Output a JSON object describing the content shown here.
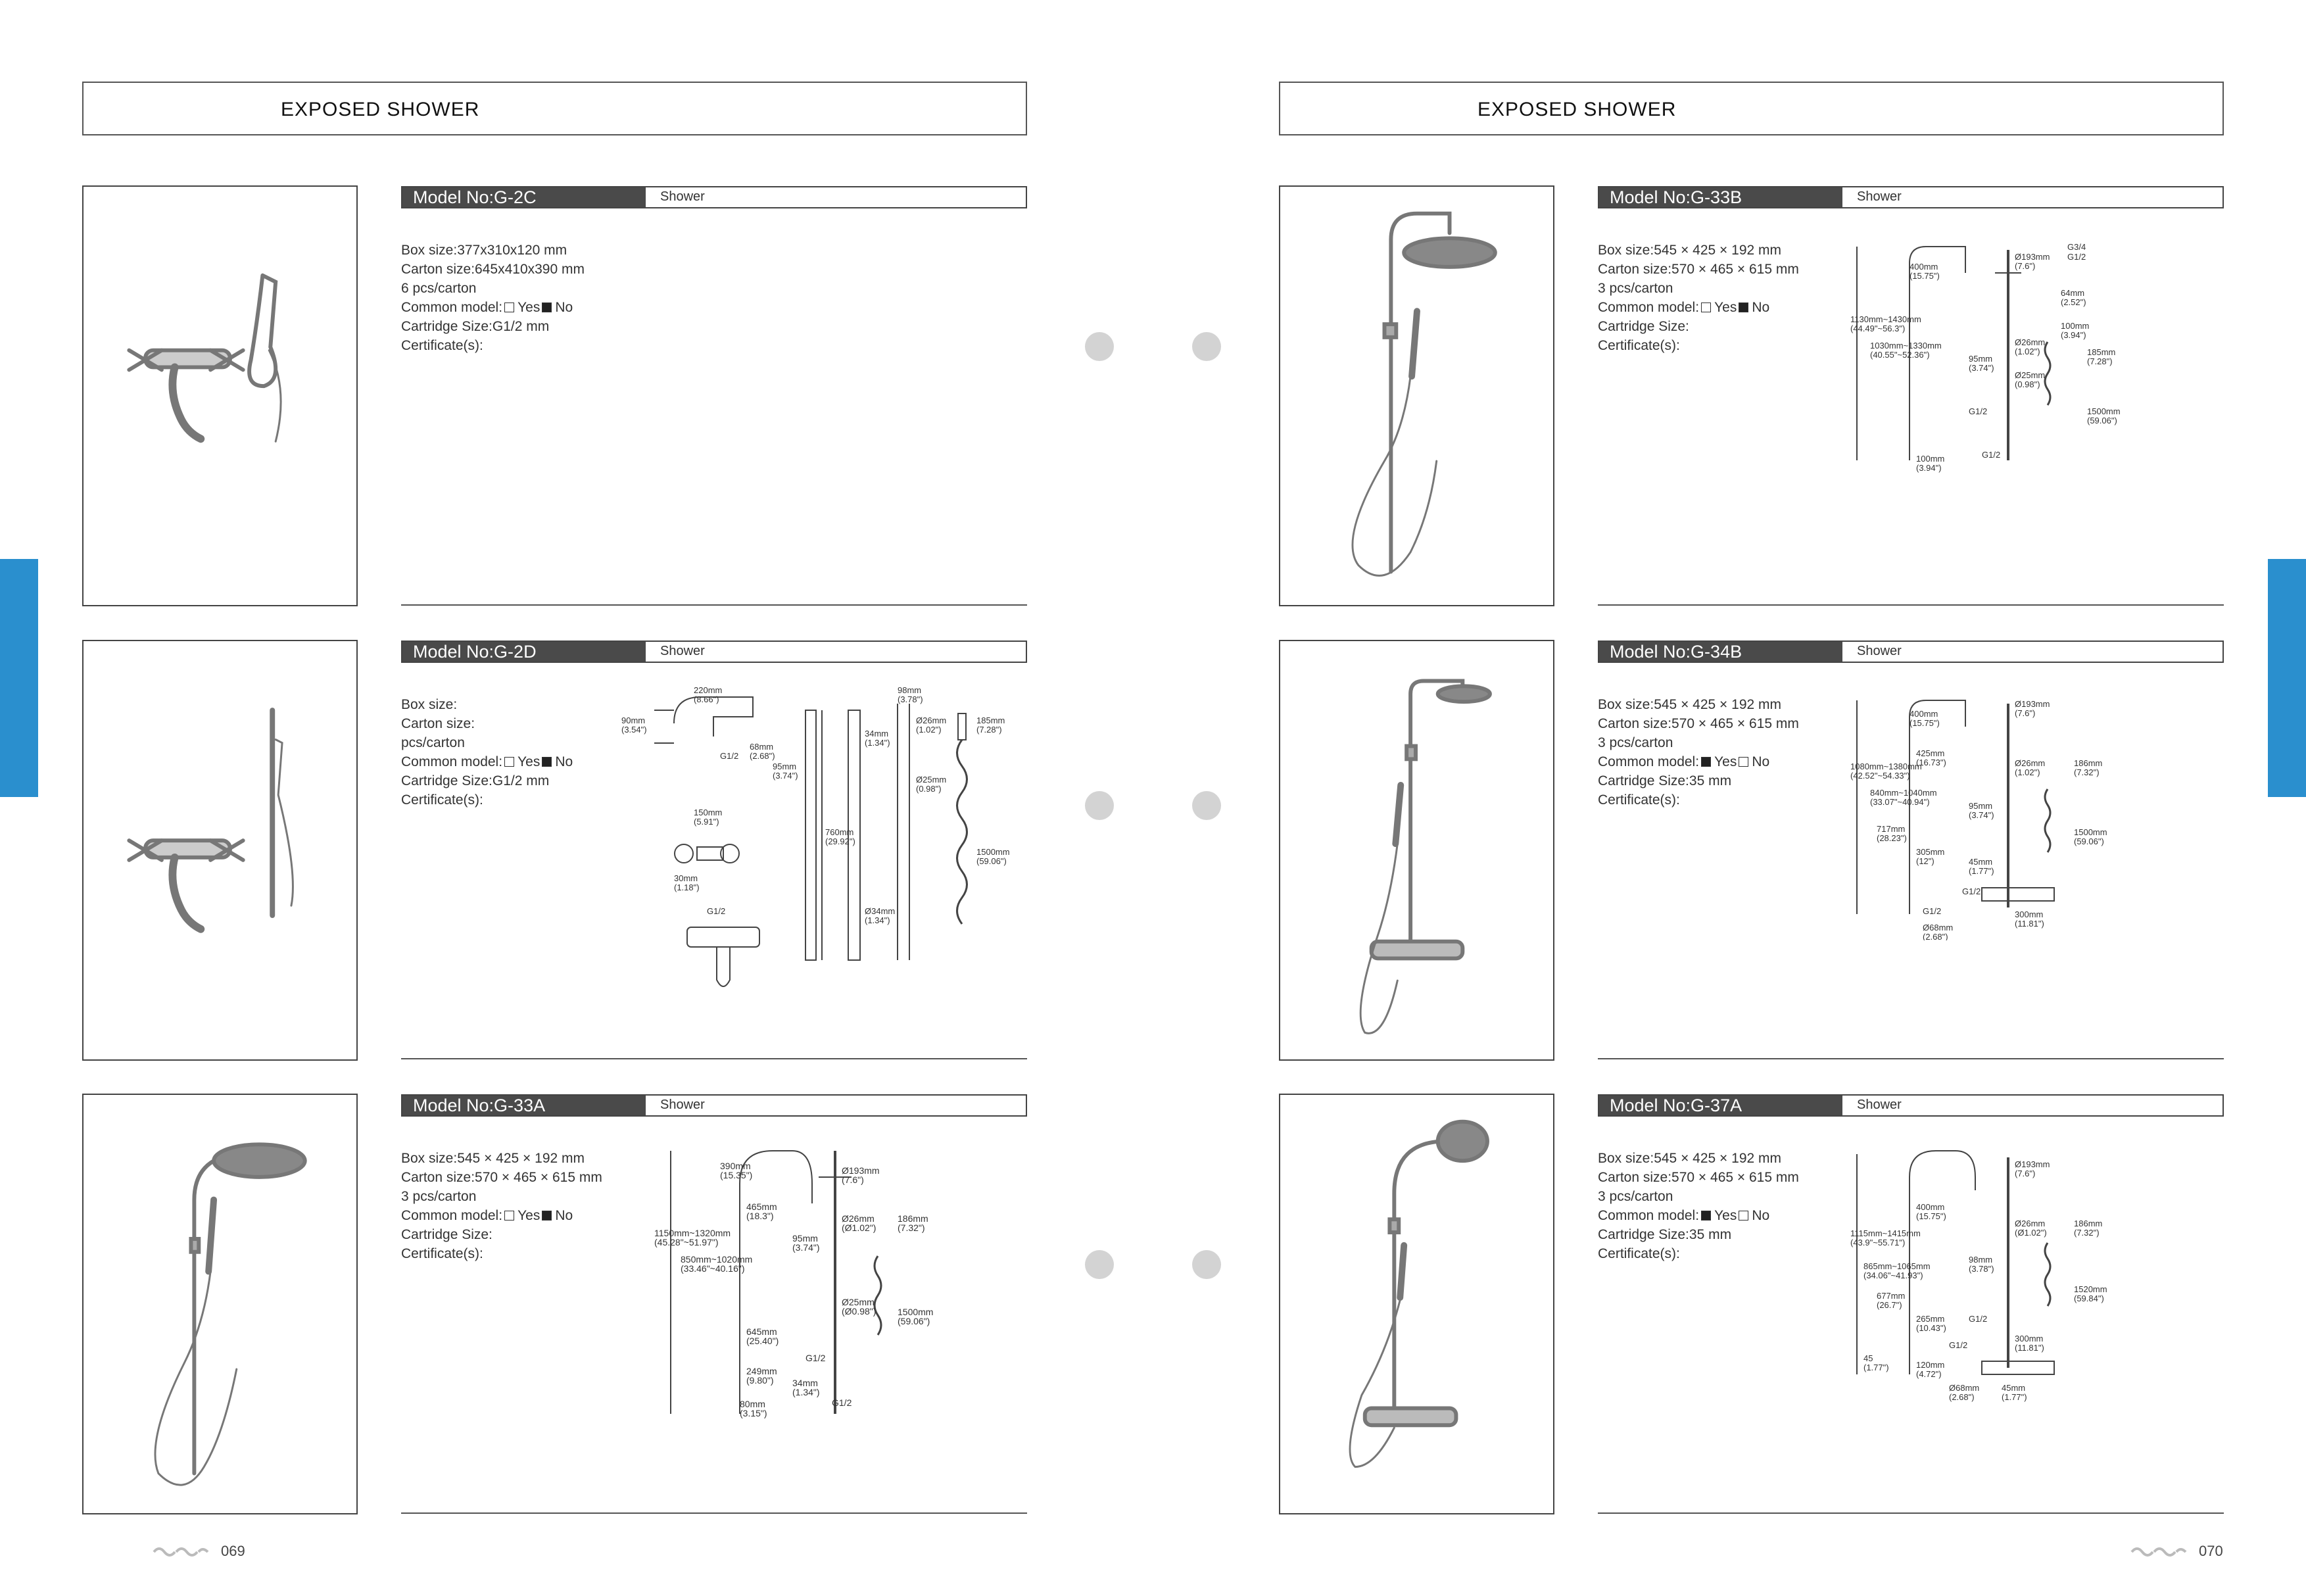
{
  "left_page": {
    "header": "EXPOSED SHOWER",
    "page_number": "069",
    "products": [
      {
        "model": "Model No:G-2C",
        "category": "Shower",
        "specs": [
          "Box size:377x310x120 mm",
          "Carton size:645x410x390 mm",
          "6 pcs/carton"
        ],
        "common_model_label": "Common model:",
        "yes_label": "Yes",
        "no_label": "No",
        "common_model_value": "No",
        "cartridge": "Cartridge Size:G1/2 mm",
        "certificate": "Certificate(s):"
      },
      {
        "model": "Model No:G-2D",
        "category": "Shower",
        "specs": [
          "Box size:",
          "Carton size:",
          "pcs/carton"
        ],
        "common_model_label": "Common model:",
        "yes_label": "Yes",
        "no_label": "No",
        "common_model_value": "No",
        "cartridge": "Cartridge Size:G1/2 mm",
        "certificate": "Certificate(s):",
        "diagram_labels": {
          "d1": "220mm",
          "d1b": "(8.66\")",
          "d2": "98mm",
          "d2b": "(3.78\")",
          "d3": "90mm",
          "d3b": "(3.54\")",
          "d4": "G1/2",
          "d5": "68mm",
          "d5b": "(2.68\")",
          "d6": "95mm",
          "d6b": "(3.74\")",
          "d7": "150mm",
          "d7b": "(5.91\")",
          "d8": "30mm",
          "d8b": "(1.18\")",
          "d9": "760mm",
          "d9b": "(29.92\")",
          "d10": "Ø26mm",
          "d10b": "(1.02\")",
          "d11": "Ø25mm",
          "d11b": "(0.98\")",
          "d12": "185mm",
          "d12b": "(7.28\")",
          "d13": "1500mm",
          "d13b": "(59.06\")",
          "d14": "34mm",
          "d14b": "(1.34\")",
          "d15": "G1/2",
          "d16": "Ø34mm",
          "d16b": "(1.34\")"
        }
      },
      {
        "model": "Model No:G-33A",
        "category": "Shower",
        "specs": [
          "Box size:545 × 425 × 192 mm",
          "Carton size:570 × 465 × 615 mm",
          "3 pcs/carton"
        ],
        "common_model_label": "Common model:",
        "yes_label": "Yes",
        "no_label": "No",
        "common_model_value": "No",
        "cartridge": "Cartridge Size:",
        "certificate": "Certificate(s):",
        "diagram_labels": {
          "d1": "390mm",
          "d1b": "(15.35\")",
          "d2": "Ø193mm",
          "d2b": "(7.6\")",
          "d3": "1150mm~1320mm",
          "d3b": "(45.28\"~51.97\")",
          "d4": "850mm~1020mm",
          "d4b": "(33.46\"~40.16\")",
          "d5": "465mm",
          "d5b": "(18.3\")",
          "d6": "Ø26mm",
          "d6b": "(Ø1.02\")",
          "d7": "186mm",
          "d7b": "(7.32\")",
          "d8": "95mm",
          "d8b": "(3.74\")",
          "d9": "Ø25mm",
          "d9b": "(Ø0.98\")",
          "d10": "645mm",
          "d10b": "(25.40\")",
          "d11": "1500mm",
          "d11b": "(59.06\")",
          "d12": "249mm",
          "d12b": "(9.80\")",
          "d13": "34mm",
          "d13b": "(1.34\")",
          "d14": "80mm",
          "d14b": "(3.15\")",
          "d15": "G1/2",
          "d16": "G1/2"
        }
      }
    ]
  },
  "right_page": {
    "header": "EXPOSED SHOWER",
    "page_number": "070",
    "products": [
      {
        "model": "Model No:G-33B",
        "category": "Shower",
        "specs": [
          "Box size:545 × 425 × 192 mm",
          "Carton size:570 × 465 × 615 mm",
          "3 pcs/carton"
        ],
        "common_model_label": "Common model:",
        "yes_label": "Yes",
        "no_label": "No",
        "common_model_value": "No",
        "cartridge": "Cartridge Size:",
        "certificate": "Certificate(s):",
        "diagram_labels": {
          "d1": "400mm",
          "d1b": "(15.75\")",
          "d2": "Ø193mm",
          "d2b": "(7.6\")",
          "d3": "G3/4",
          "d4": "G1/2",
          "d5": "1130mm~1430mm",
          "d5b": "(44.49\"~56.3\")",
          "d6": "1030mm~1330mm",
          "d6b": "(40.55\"~52.36\")",
          "d7": "64mm",
          "d7b": "(2.52\")",
          "d8": "100mm",
          "d8b": "(3.94\")",
          "d9": "Ø26mm",
          "d9b": "(1.02\")",
          "d10": "95mm",
          "d10b": "(3.74\")",
          "d11": "Ø25mm",
          "d11b": "(0.98\")",
          "d12": "185mm",
          "d12b": "(7.28\")",
          "d13": "1500mm",
          "d13b": "(59.06\")",
          "d14": "G1/2",
          "d15": "100mm",
          "d15b": "(3.94\")",
          "d16": "G1/2"
        }
      },
      {
        "model": "Model No:G-34B",
        "category": "Shower",
        "specs": [
          "Box size:545 × 425 × 192 mm",
          "Carton size:570 × 465 × 615 mm",
          "3 pcs/carton"
        ],
        "common_model_label": "Common model:",
        "yes_label": "Yes",
        "no_label": "No",
        "common_model_value": "Yes",
        "cartridge": "Cartridge Size:35 mm",
        "certificate": "Certificate(s):",
        "diagram_labels": {
          "d1": "400mm",
          "d1b": "(15.75\")",
          "d2": "Ø193mm",
          "d2b": "(7.6\")",
          "d3": "1080mm~1380mm",
          "d3b": "(42.52\"~54.33\")",
          "d4": "840mm~1040mm",
          "d4b": "(33.07\"~40.94\")",
          "d5": "425mm",
          "d5b": "(16.73\")",
          "d6": "Ø26mm",
          "d6b": "(1.02\")",
          "d7": "186mm",
          "d7b": "(7.32\")",
          "d8": "95mm",
          "d8b": "(3.74\")",
          "d9": "717mm",
          "d9b": "(28.23\")",
          "d10": "1500mm",
          "d10b": "(59.06\")",
          "d11": "305mm",
          "d11b": "(12\")",
          "d12": "45mm",
          "d12b": "(1.77\")",
          "d13": "300mm",
          "d13b": "(11.81\")",
          "d14": "G1/2",
          "d15": "G1/2",
          "d16": "Ø68mm",
          "d16b": "(2.68\")"
        }
      },
      {
        "model": "Model No:G-37A",
        "category": "Shower",
        "specs": [
          "Box size:545 × 425 × 192 mm",
          "Carton size:570 × 465 × 615 mm",
          "3 pcs/carton"
        ],
        "common_model_label": "Common model:",
        "yes_label": "Yes",
        "no_label": "No",
        "common_model_value": "Yes",
        "cartridge": "Cartridge Size:35 mm",
        "certificate": "Certificate(s):",
        "diagram_labels": {
          "d1": "Ø193mm",
          "d1b": "(7.6\")",
          "d2": "1115mm~1415mm",
          "d2b": "(43.9\"~55.71\")",
          "d3": "865mm~1065mm",
          "d3b": "(34.06\"~41.93\")",
          "d4": "400mm",
          "d4b": "(15.75\")",
          "d5": "Ø26mm",
          "d5b": "(Ø1.02\")",
          "d6": "186mm",
          "d6b": "(7.32\")",
          "d7": "98mm",
          "d7b": "(3.78\")",
          "d8": "677mm",
          "d8b": "(26.7\")",
          "d9": "1520mm",
          "d9b": "(59.84\")",
          "d10": "265mm",
          "d10b": "(10.43\")",
          "d11": "300mm",
          "d11b": "(11.81\")",
          "d12": "G1/2",
          "d13": "G1/2",
          "d14": "120mm",
          "d14b": "(4.72\")",
          "d15": "45",
          "d15b": "(1.77\")",
          "d16": "Ø68mm",
          "d16b": "(2.68\")",
          "d17": "45mm",
          "d17b": "(1.77\")"
        }
      }
    ]
  }
}
